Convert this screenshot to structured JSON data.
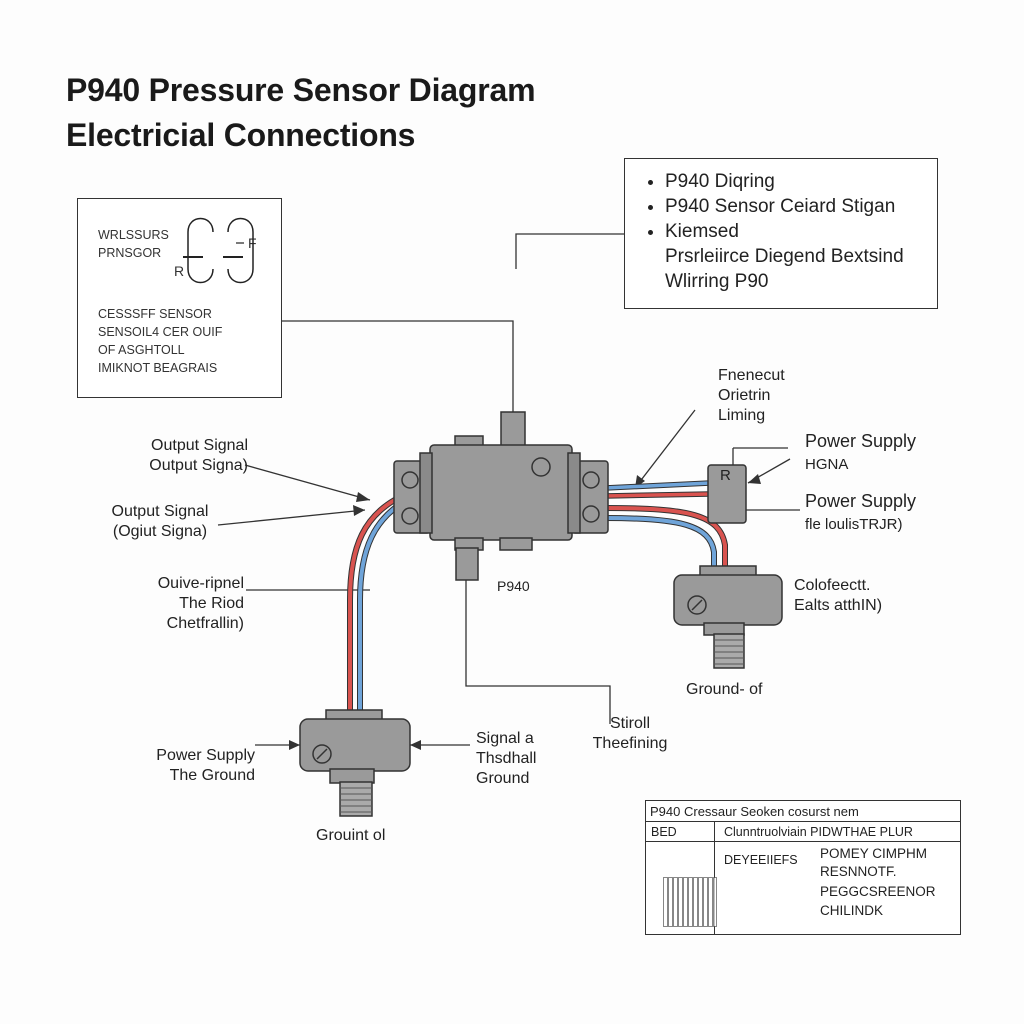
{
  "title": {
    "line1": "P940 Pressure Sensor Diagram",
    "line2": "Electricial Connections"
  },
  "legend_box": {
    "symbol_label_1": "WRLSSURS",
    "symbol_label_2": "PRNSGOR",
    "symbol_r": "R",
    "symbol_f": "F",
    "desc": [
      "CESSSFF SENSOR",
      "SENSOIL4 CER OUIF",
      "OF ASGHTOLL",
      "IMIKNOT BEAGRAIS"
    ]
  },
  "notes_box": {
    "items": [
      "P940 Diqring",
      "P940 Sensor Ceiard Stigan",
      "Kiemsed"
    ],
    "extra": [
      "Prsrleiirce Diegend Bextsind",
      "Wlirring P90"
    ]
  },
  "labels": {
    "output_signal_1a": "Output Signal",
    "output_signal_1b": "Output Signa)",
    "output_signal_2a": "Output Signal",
    "output_signal_2b": "(Ogiut Signa)",
    "oufe_1": "Ouive-ripnel",
    "oufe_2": "The Riod",
    "oufe_3": "Chetfrallin)",
    "sensor_name": "P940",
    "freq_1": "Fnenecut",
    "freq_2": "Orietrin",
    "freq_3": "Liming",
    "ps1_title": "Power Supply",
    "ps1_sub": "HGNA",
    "ps2_title": "Power Supply",
    "ps2_sub": "fle loulisTRJR)",
    "connector_r": "R",
    "coil_1": "Colofeectt.",
    "coil_2": "Ealts atthIN)",
    "ground_right": "Ground- of",
    "stir_1": "Stiroll",
    "stir_2": "Theefining",
    "psg_1": "Power Supply",
    "psg_2": "The Ground",
    "sig_1": "Signal a",
    "sig_2": "Thsdhall",
    "sig_3": "Ground",
    "ground_left": "Grouint ol"
  },
  "table": {
    "header": "P940 Cressaur Seoken cosurst nem",
    "col1": "BED",
    "col2": "Clunntruolviain PIDWTHAE PLUR",
    "row_label": "DEYEEIIEFS",
    "row_values": [
      "POMEY CIMPHM",
      "RESNNOTF.",
      "PEGGCSREENOR",
      "CHILINDK"
    ]
  },
  "colors": {
    "wire_red": "#d9534f",
    "wire_blue": "#6fa4d9",
    "body_gray": "#9a9a9a",
    "outline": "#333333"
  }
}
